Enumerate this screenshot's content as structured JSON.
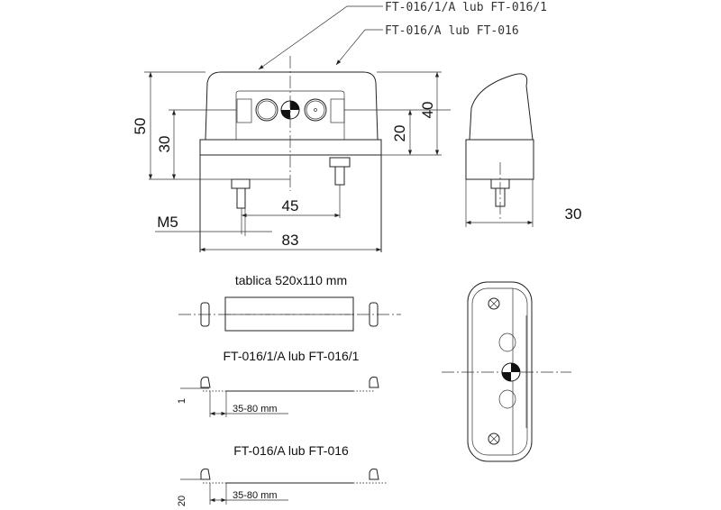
{
  "leaders": {
    "top": "FT-016/1/A lub FT-016/1",
    "second": "FT-016/A lub FT-016"
  },
  "dimensions": {
    "height_total": "50",
    "height_mount": "30",
    "height_center": "20",
    "height_body": "40",
    "bolt_spacing": "45",
    "thread": "M5",
    "width": "83",
    "depth": "30"
  },
  "plate": {
    "title": "tablica 520x110 mm"
  },
  "variant_1": {
    "title": "FT-016/1/A lub FT-016/1",
    "offset": "1",
    "range": "35-80 mm"
  },
  "variant_2": {
    "title": "FT-016/A lub FT-016",
    "offset": "20",
    "range": "35-80 mm"
  }
}
